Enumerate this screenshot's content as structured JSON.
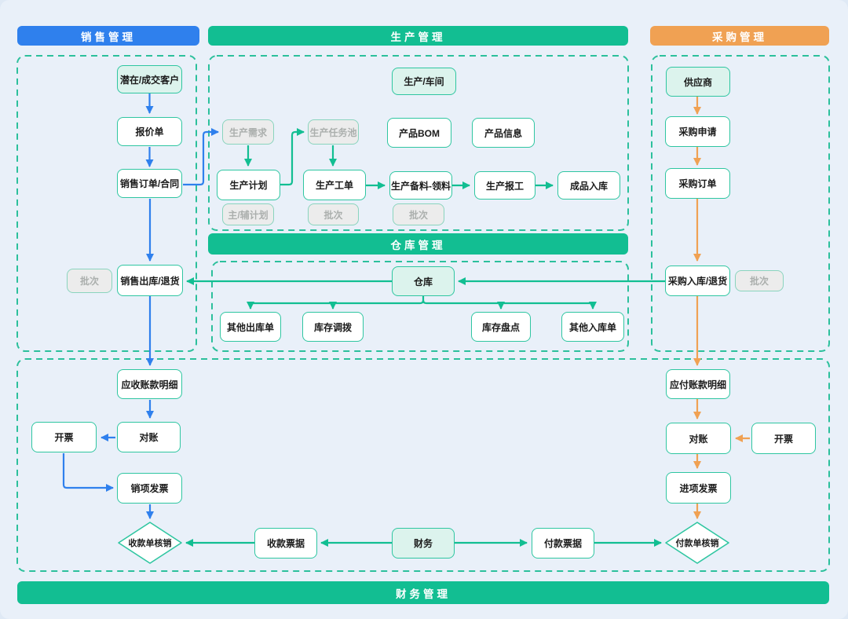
{
  "headers": {
    "sales": "销售管理",
    "production": "生产管理",
    "purchase": "采购管理",
    "warehouse": "仓库管理",
    "finance": "财务管理"
  },
  "nodes": {
    "customer": "潜在/成交客户",
    "quotation": "报价单",
    "sales_order": "销售订单/合同",
    "sales_batch": "批次",
    "sales_outbound": "销售出库/退货",
    "workshop": "生产/车间",
    "prod_demand": "生产需求",
    "prod_task_pool": "生产任务池",
    "product_bom": "产品BOM",
    "product_info": "产品信息",
    "prod_plan": "生产计划",
    "prod_order": "生产工单",
    "prod_material": "生产备料-领料",
    "prod_report": "生产报工",
    "finished_inbound": "成品入库",
    "main_aux_plan": "主/辅计划",
    "order_batch": "批次",
    "material_batch": "批次",
    "warehouse": "仓库",
    "other_outbound": "其他出库单",
    "inventory_transfer": "库存调拨",
    "inventory_check": "库存盘点",
    "other_inbound": "其他入库单",
    "supplier": "供应商",
    "purchase_request": "采购申请",
    "purchase_order": "采购订单",
    "purchase_inbound": "采购入库/退货",
    "purchase_batch": "批次",
    "receivable": "应收账款明细",
    "reconcile_left": "对账",
    "invoice_left": "开票",
    "sales_invoice": "销项发票",
    "receipt_writeoff": "收款单核销",
    "receipt_note": "收款票据",
    "finance": "财务",
    "payment_note": "付款票据",
    "payment_writeoff": "付款单核销",
    "payable": "应付账款明细",
    "reconcile_right": "对账",
    "invoice_right": "开票",
    "purchase_invoice": "进项发票"
  },
  "colors": {
    "background": "#e9f0f9",
    "sales_accent": "#2f80ed",
    "production_accent": "#12be92",
    "purchase_accent": "#f0a153",
    "node_border": "#2fc6a1",
    "node_highlight_fill": "#dcf3ed",
    "tag_fill": "#ececec",
    "tag_text": "#abafad"
  }
}
